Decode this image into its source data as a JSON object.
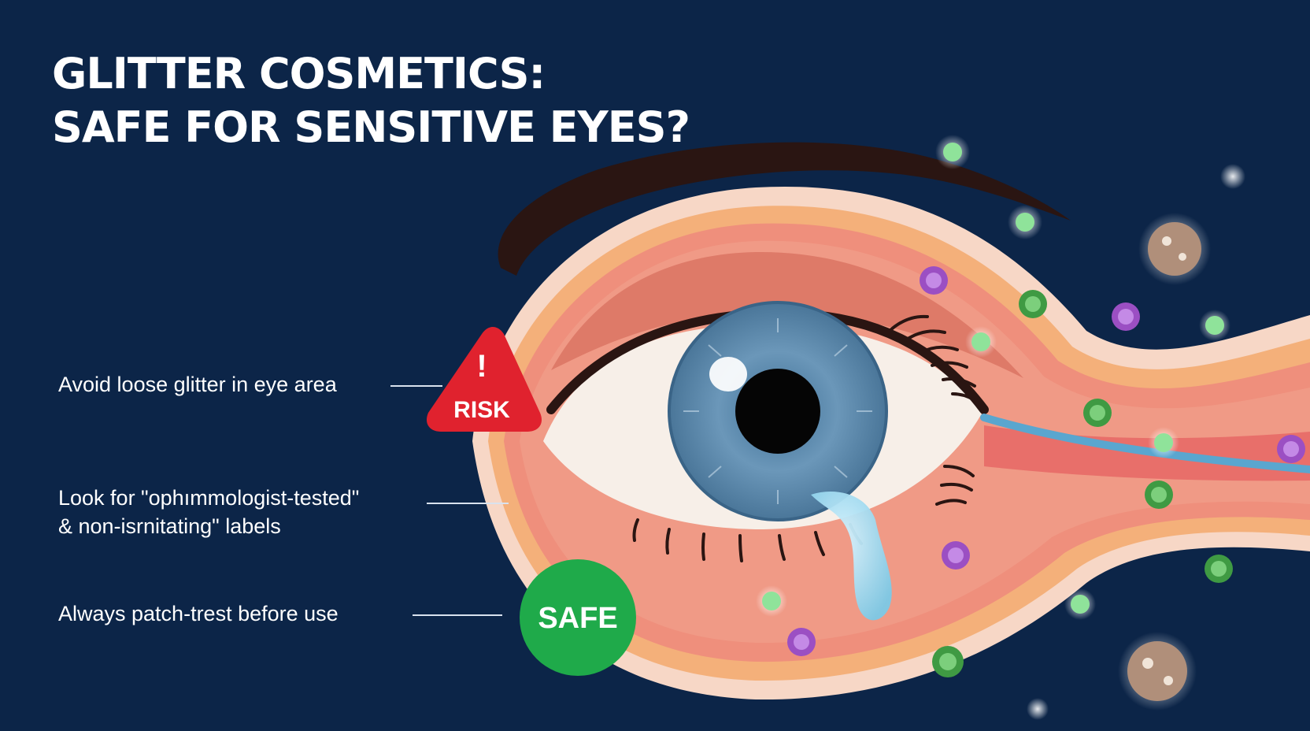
{
  "title": {
    "line1": "GLITTER COSMETICS:",
    "line2": "SAFE FOR SENSITIVE EYES?"
  },
  "callouts": {
    "avoid": "Avoid loose glitter in eye area",
    "look_line1": "Look for \"ophımmologist-tested\"",
    "look_line2": "& non-isrnitating\" labels",
    "patch": "Always patch-trest before use"
  },
  "badges": {
    "risk": "RISK",
    "risk_icon": "!",
    "safe": "SAFE"
  },
  "colors": {
    "background": "#0c2548",
    "risk": "#e0222e",
    "safe": "#1faa4a",
    "iris": "#5b86a8",
    "skin": "#f2a08a"
  },
  "icons": {
    "risk": "warning-triangle-icon",
    "safe": "safe-circle-badge",
    "particles": "glitter-particle-icon"
  }
}
